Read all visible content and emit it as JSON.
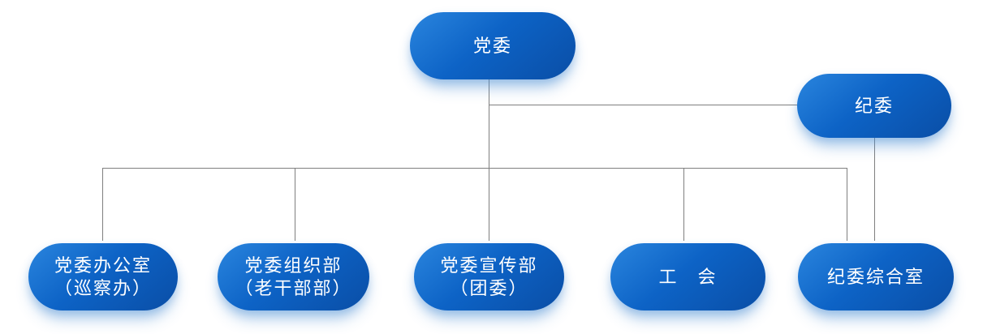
{
  "chart": {
    "type": "org-chart",
    "colors": {
      "node_fill_light": "#2a85de",
      "node_fill": "#0d63c6",
      "node_fill_dark": "#0a4ea6",
      "node_text": "#ffffff",
      "connector": "#7f7f7f",
      "background": "#ffffff"
    },
    "nodes": {
      "party_committee": {
        "label": "党委"
      },
      "discipline_committee": {
        "label": "纪委"
      },
      "party_office": {
        "lines": [
          "党委办公室",
          "（巡察办）"
        ]
      },
      "organization_dept": {
        "lines": [
          "党委组织部",
          "（老干部部）"
        ]
      },
      "publicity_dept": {
        "lines": [
          "党委宣传部",
          "（团委）"
        ]
      },
      "labor_union": {
        "label": "工　会"
      },
      "discipline_office": {
        "label": "纪委综合室"
      }
    },
    "edges": [
      {
        "from": "党委",
        "to": "纪委"
      },
      {
        "from": "党委",
        "to": "党委办公室（巡察办）"
      },
      {
        "from": "党委",
        "to": "党委组织部（老干部部）"
      },
      {
        "from": "党委",
        "to": "党委宣传部（团委）"
      },
      {
        "from": "党委",
        "to": "工　会"
      },
      {
        "from": "党委",
        "to": "纪委综合室"
      },
      {
        "from": "纪委",
        "to": "纪委综合室"
      }
    ]
  }
}
